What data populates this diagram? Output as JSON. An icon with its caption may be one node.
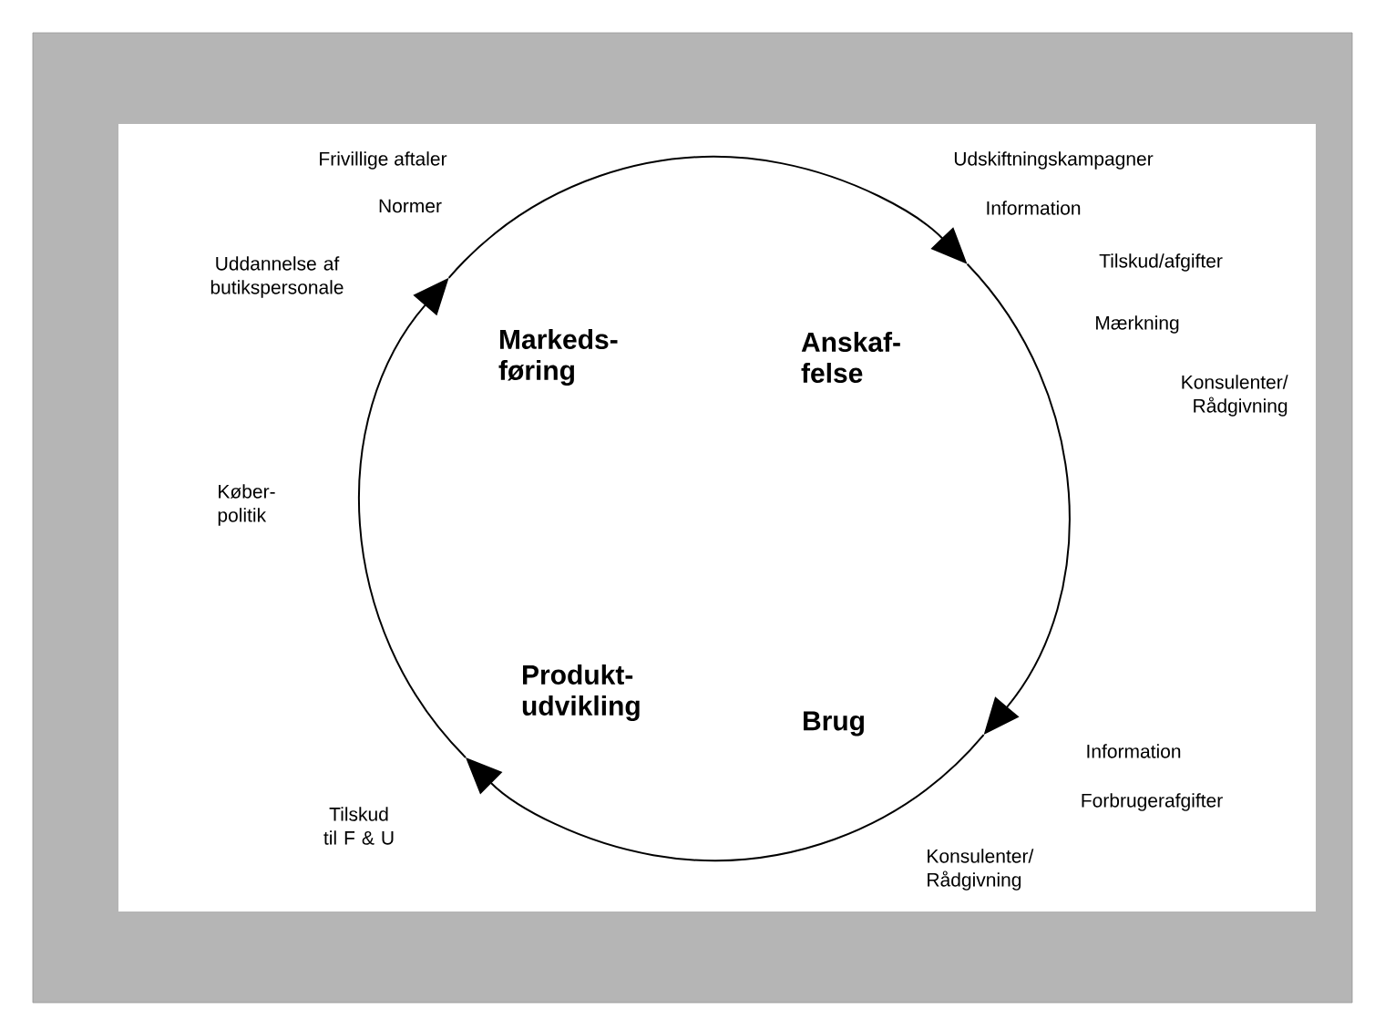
{
  "diagram": {
    "nodes": [
      {
        "text": [
          "Markeds- føring"
        ]
      },
      {
        "text": [
          "Anskaf- felse"
        ]
      },
      {
        "text": [
          "Produkt- udvikling"
        ]
      },
      {
        "text": [
          "Brug"
        ]
      }
    ],
    "edges": [
      {
        "from": 0,
        "to": 1,
        "arrow": "to"
      },
      {
        "from": 1,
        "to": 3,
        "arrow": "to"
      },
      {
        "from": 3,
        "to": 2,
        "arrow": "to"
      },
      {
        "from": 2,
        "to": 0,
        "arrow": "to"
      }
    ],
    "labels": [
      "Frivillige aftaler",
      "Udskiftningskampagner",
      "Normer",
      "Information",
      "Uddannelse af butikspersonale",
      "Tilskud/afgifter",
      "Mærkning",
      "Konsulenter/ Rådgivning",
      "Køber- politik",
      "Information",
      "Forbrugerafgifter",
      "Tilskud til F & U",
      "Konsulenter/ Rådgivning"
    ]
  }
}
